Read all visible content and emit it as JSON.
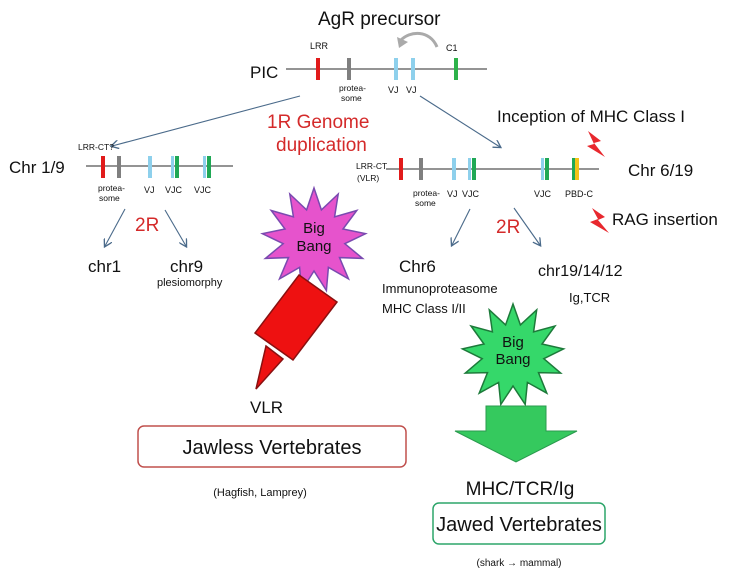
{
  "top": {
    "title": "AgR precursor",
    "pic_label": "PIC",
    "genes": {
      "lrr": "LRR",
      "c1": "C1",
      "proteasome": [
        "protea-",
        "some"
      ],
      "vj1": "VJ",
      "vj2": "VJ"
    }
  },
  "duplication": {
    "line1": "1R Genome",
    "line2": "duplication"
  },
  "inception": "Inception of MHC Class I",
  "rag": "RAG insertion",
  "left": {
    "chr_label": "Chr 1/9",
    "lrr_ct": "LRR-CT?",
    "proteasome": [
      "protea-",
      "some"
    ],
    "vj": "VJ",
    "vjc1": "VJC",
    "vjc2": "VJC",
    "round2": "2R",
    "chr1": "chr1",
    "chr9": "chr9",
    "chr9_sub": "plesiomorphy"
  },
  "right": {
    "chr_label": "Chr 6/19",
    "lrr_ct": [
      "LRR-CT",
      "(VLR)"
    ],
    "proteasome": [
      "protea-",
      "some"
    ],
    "vj": "VJ",
    "vjc1": "VJC",
    "vjc2": "VJC",
    "pbd": "PBD-C",
    "round2": "2R",
    "chr6": "Chr6",
    "chr6_lines": [
      "Immunoproteasome",
      "MHC Class I/II"
    ],
    "chr19": "chr19/14/12",
    "chr19_sub": "Ig,TCR"
  },
  "bigbang_left": [
    "Big",
    "Bang"
  ],
  "bigbang_right": [
    "Big",
    "Bang"
  ],
  "vlr": "VLR",
  "jawless": {
    "title": "Jawless Vertebrates",
    "sub": "(Hagfish, Lamprey)"
  },
  "mhc": "MHC/TCR/Ig",
  "jawed": {
    "title": "Jawed Vertebrates",
    "sub": "(shark → mammal)"
  },
  "colors": {
    "red_text": "#d42a2a",
    "lrr": "#e11b1b",
    "proteasome": "#7f7f7f",
    "vj": "#8ed0ec",
    "vjc_green": "#1fa855",
    "c1": "#2db24a",
    "pbd_yellow": "#f2c318",
    "star_pink": "#e653cc",
    "star_green": "#35d86a",
    "red_arrow": "#ee1111",
    "green_arrow": "#35c95e",
    "jawless_border": "#c0504d",
    "jawed_border": "#2da56a",
    "lightning": "#e8282e"
  },
  "icons": [
    "curved-arrow-icon",
    "lightning-icon"
  ]
}
